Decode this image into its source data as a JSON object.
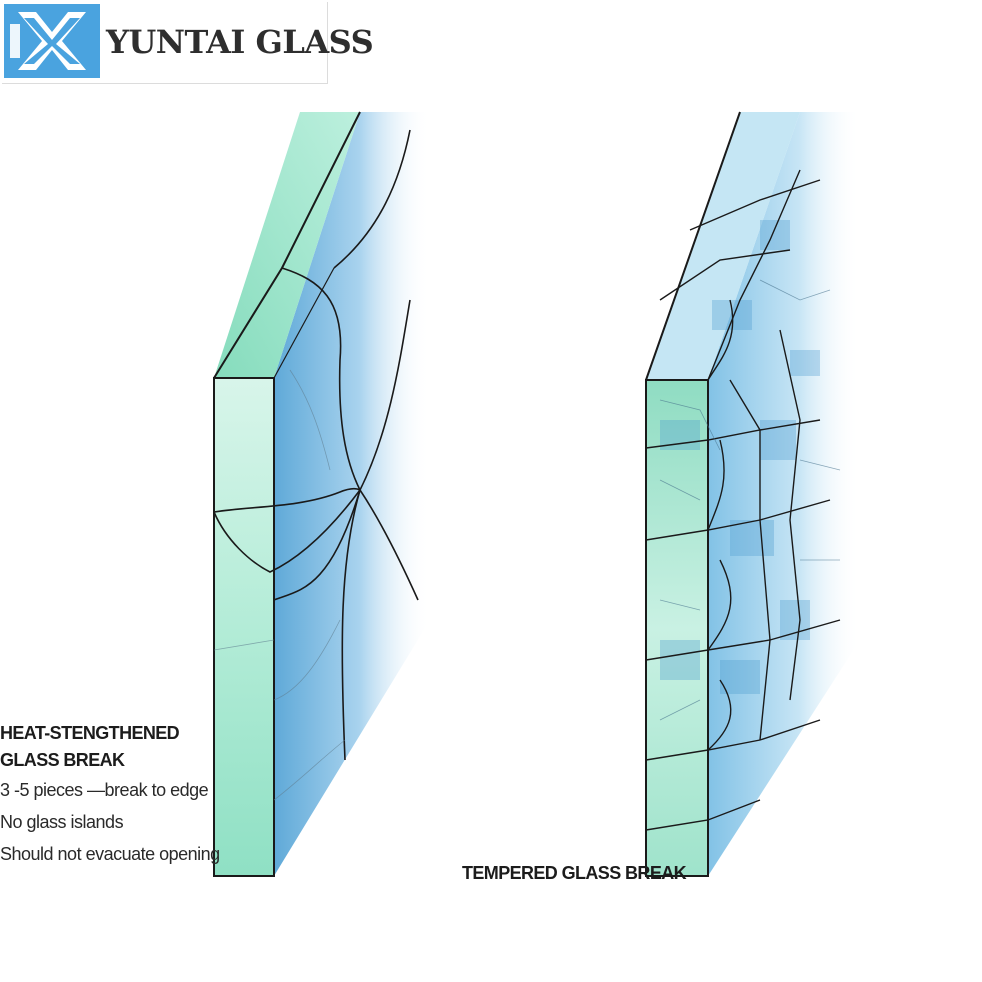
{
  "logo": {
    "text": "YUNTAI GLASS",
    "mark_color": "#4aa3df"
  },
  "panels": {
    "heat_strengthened": {
      "heading_line1": "HEAT-STENGTHENED",
      "heading_line2": "GLASS BREAK",
      "details": [
        "3 -5 pieces —break to edge",
        "No glass islands",
        "Should not evacuate opening"
      ]
    },
    "tempered": {
      "heading": "TEMPERED GLASS BREAK"
    }
  },
  "colors": {
    "edge_green": "#8fe0c4",
    "pane_blue": "#6fb3dc",
    "crack_line": "#1a1a1a"
  }
}
